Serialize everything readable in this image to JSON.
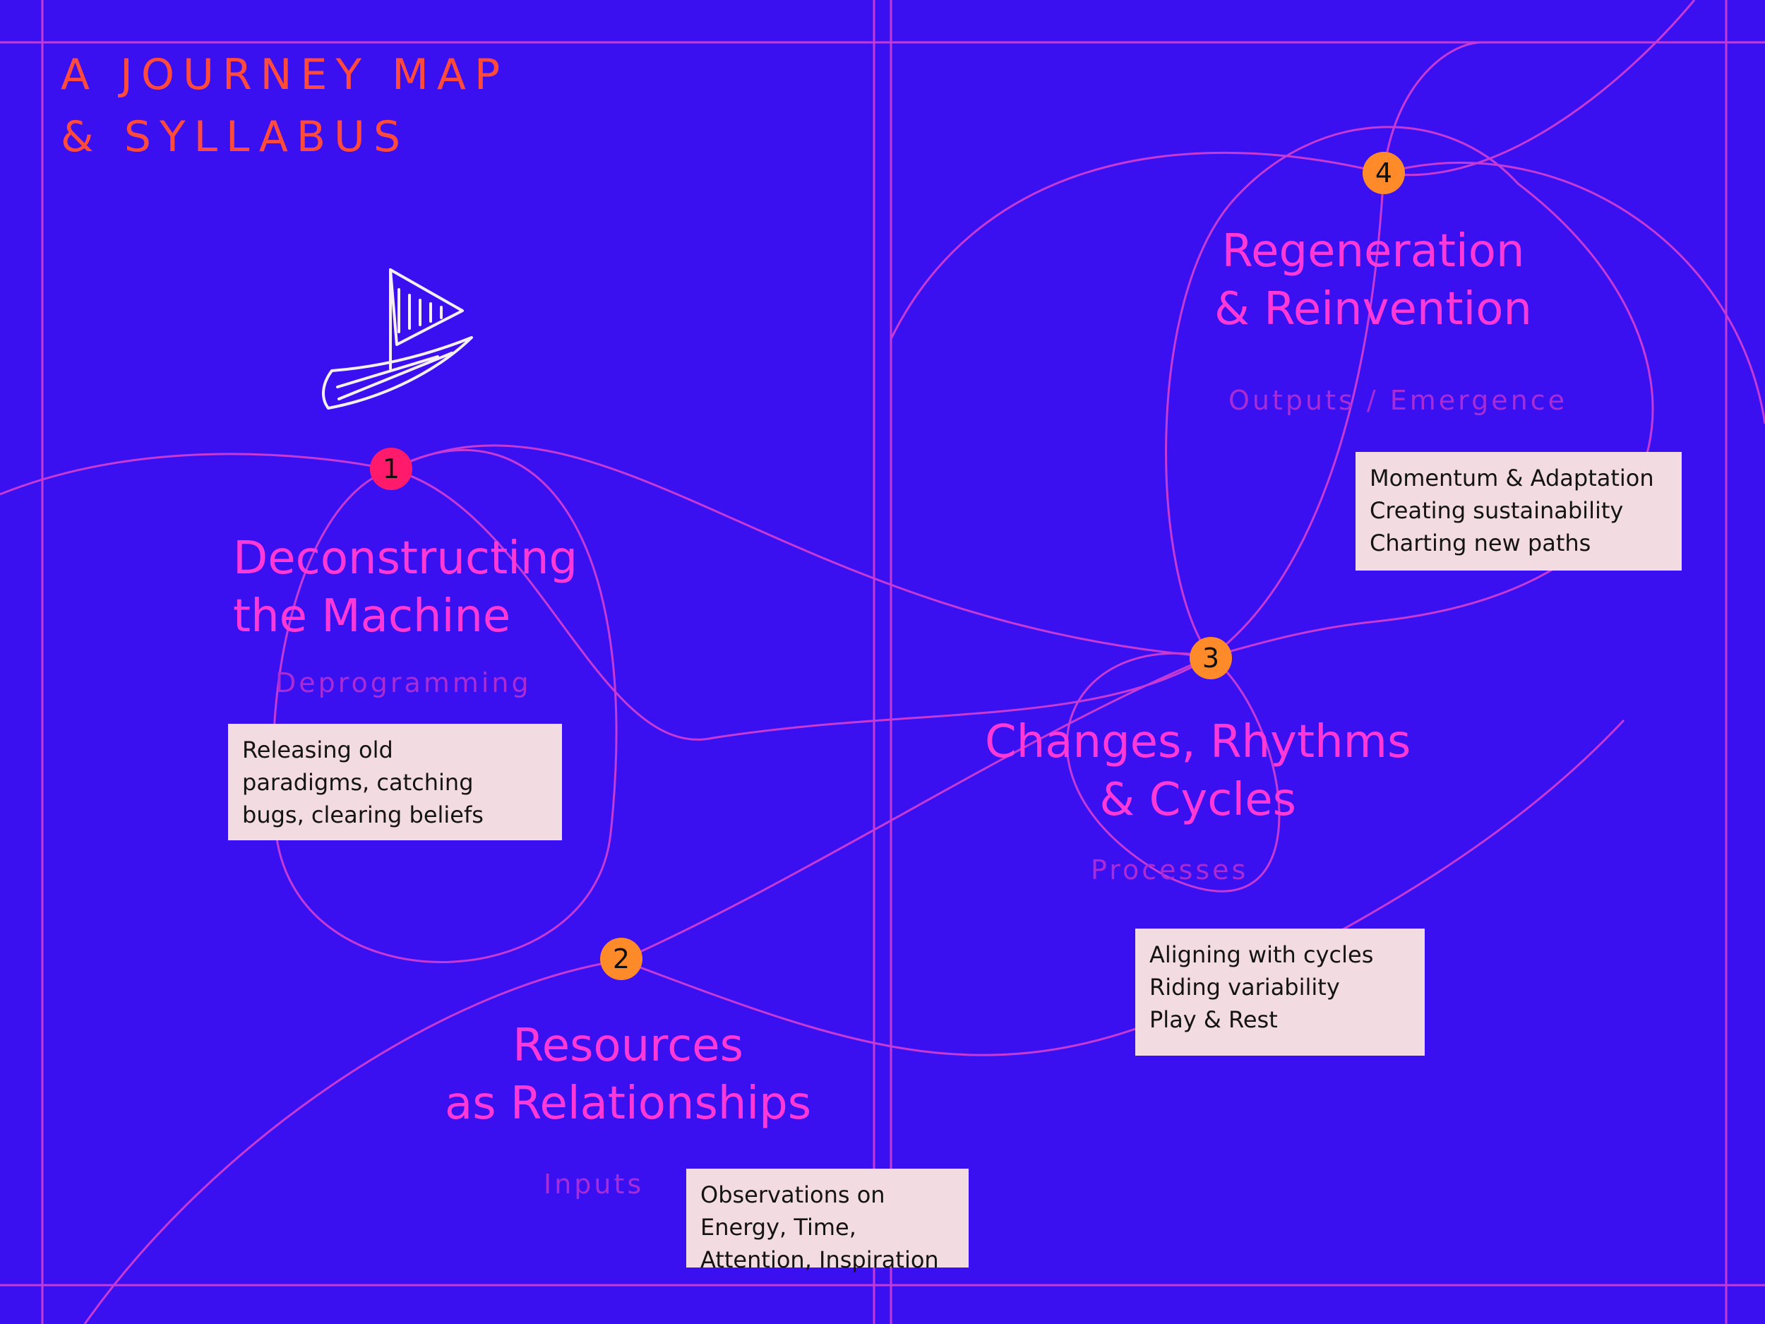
{
  "title": {
    "line1": "A Journey Map",
    "line2": "& Syllabus"
  },
  "colors": {
    "background": "#3b10f0",
    "curves": "#c53ad6",
    "title": "#ff4a3c",
    "heading": "#ff39d8",
    "subheading": "#a82bd6",
    "node1": "#ff1a6b",
    "node_other": "#ff8a2a",
    "note_bg": "#f3dce1"
  },
  "icon": "sailboat-icon",
  "stages": [
    {
      "number": "1",
      "heading": "Deconstructing\nthe Machine",
      "subheading": "Deprogramming",
      "note": "Releasing old\nparadigms, catching\nbugs, clearing beliefs"
    },
    {
      "number": "2",
      "heading": "Resources\nas Relationships",
      "subheading": "Inputs",
      "note": "Observations on\nEnergy, Time,\nAttention, Inspiration"
    },
    {
      "number": "3",
      "heading": "Changes, Rhythms\n& Cycles",
      "subheading": "Processes",
      "note": "Aligning with cycles\nRiding variability\nPlay & Rest"
    },
    {
      "number": "4",
      "heading": "Regeneration\n& Reinvention",
      "subheading": "Outputs / Emergence",
      "note": "Momentum & Adaptation\nCreating sustainability\nCharting new paths"
    }
  ]
}
